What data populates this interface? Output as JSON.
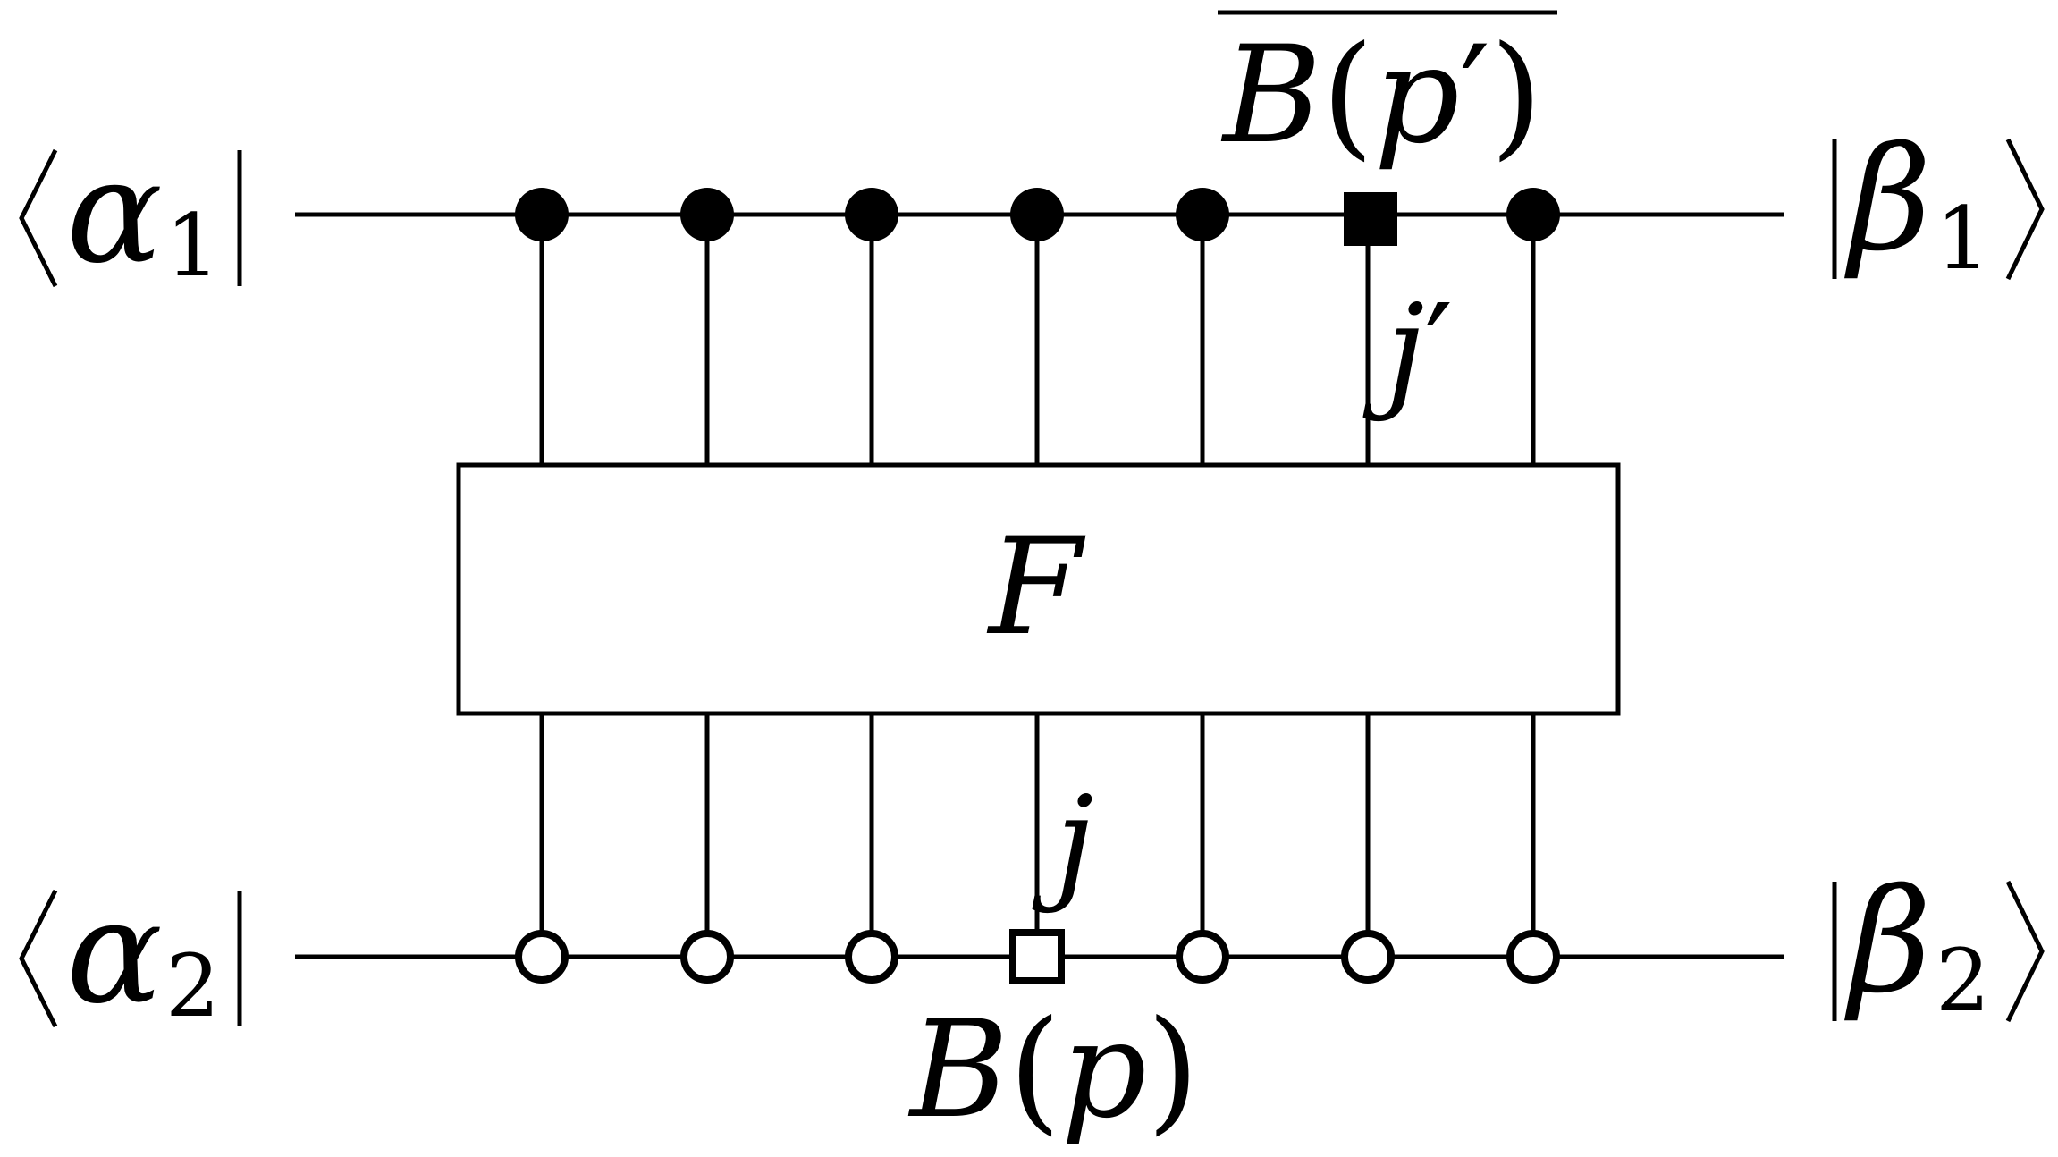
{
  "rows": {
    "top": {
      "left_symbol": "α",
      "left_index": "1",
      "right_symbol": "β",
      "right_index": "1",
      "markers": [
        "filled-circle",
        "filled-circle",
        "filled-circle",
        "filled-circle",
        "filled-circle",
        "filled-square",
        "filled-circle"
      ]
    },
    "bottom": {
      "left_symbol": "α",
      "left_index": "2",
      "right_symbol": "β",
      "right_index": "2",
      "markers": [
        "open-circle",
        "open-circle",
        "open-circle",
        "open-square",
        "open-circle",
        "open-circle",
        "open-circle"
      ]
    }
  },
  "box": {
    "label": "F"
  },
  "annotations": {
    "top_operator": {
      "symbol": "B",
      "open": "(",
      "arg": "p",
      "prime": "′",
      "close": ")"
    },
    "top_index": {
      "symbol": "j",
      "prime": "′"
    },
    "bottom_operator": {
      "symbol": "B",
      "open": "(",
      "arg": "p",
      "close": ")"
    },
    "bottom_index": {
      "symbol": "j"
    }
  },
  "colors": {
    "stroke": "#000000",
    "background": "#ffffff"
  }
}
